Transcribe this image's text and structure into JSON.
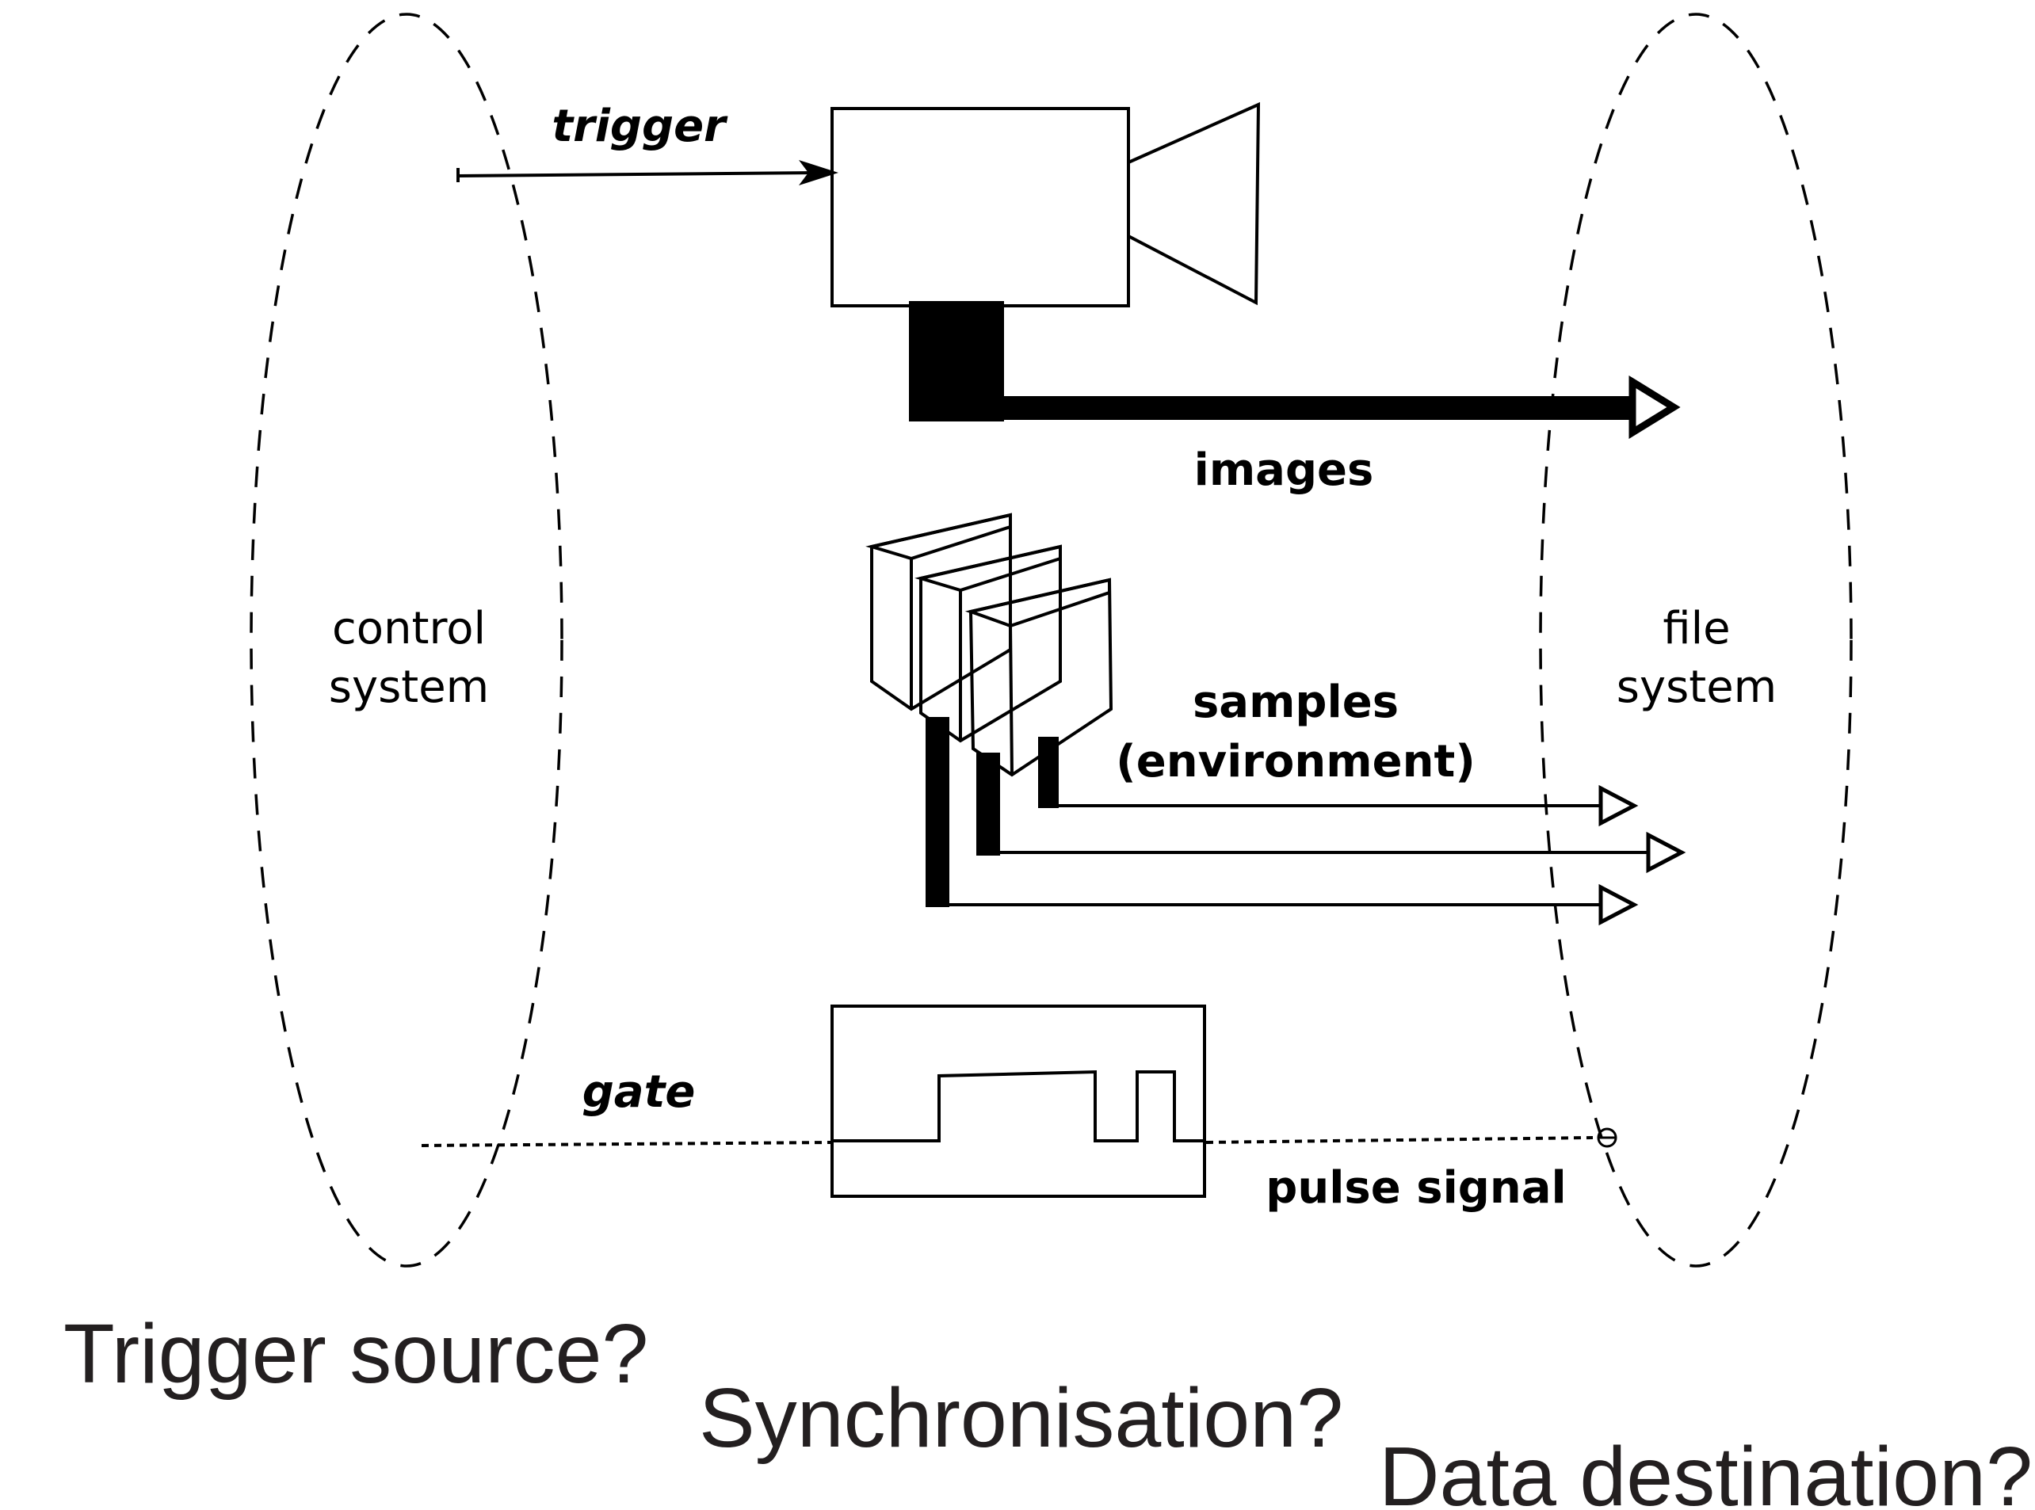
{
  "labels": {
    "trigger": "trigger",
    "images": "images",
    "samples_line1": "samples",
    "samples_line2": "(environment)",
    "gate": "gate",
    "pulse_signal": "pulse signal",
    "control_line1": "control",
    "control_line2": "system",
    "file_line1": "file",
    "file_line2": "system"
  },
  "questions": {
    "trigger_source": "Trigger source?",
    "synchronisation": "Synchronisation?",
    "data_destination": "Data destination?"
  }
}
